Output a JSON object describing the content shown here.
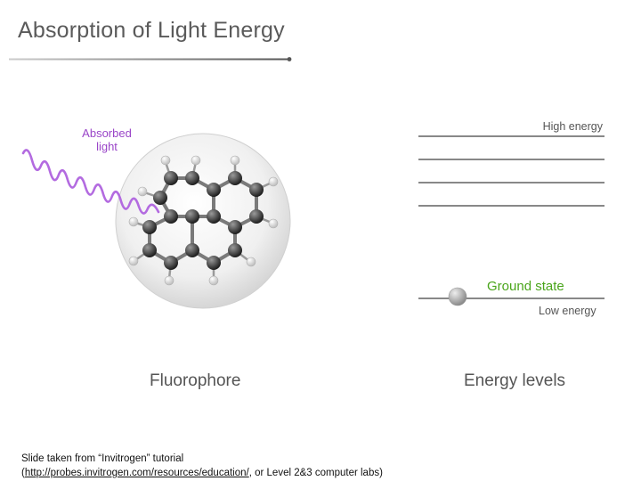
{
  "slide": {
    "title": "Absorption of Light Energy"
  },
  "diagram": {
    "absorbed_light_label_line1": "Absorbed",
    "absorbed_light_label_line2": "light",
    "high_energy_label": "High energy",
    "ground_state_label": "Ground state",
    "low_energy_label": "Low energy",
    "fluorophore_caption": "Fluorophore",
    "energy_levels_caption": "Energy levels",
    "colors": {
      "light_wave": "#b36be0",
      "ground_state": "#4aa51b",
      "energy_line": "#888888"
    }
  },
  "footer": {
    "line1": "Slide taken from “Invitrogen” tutorial",
    "open_paren": "(",
    "link_text": "http://probes.invitrogen.com/resources/education/",
    "line2_rest": ", or Level 2&3 computer labs)"
  }
}
